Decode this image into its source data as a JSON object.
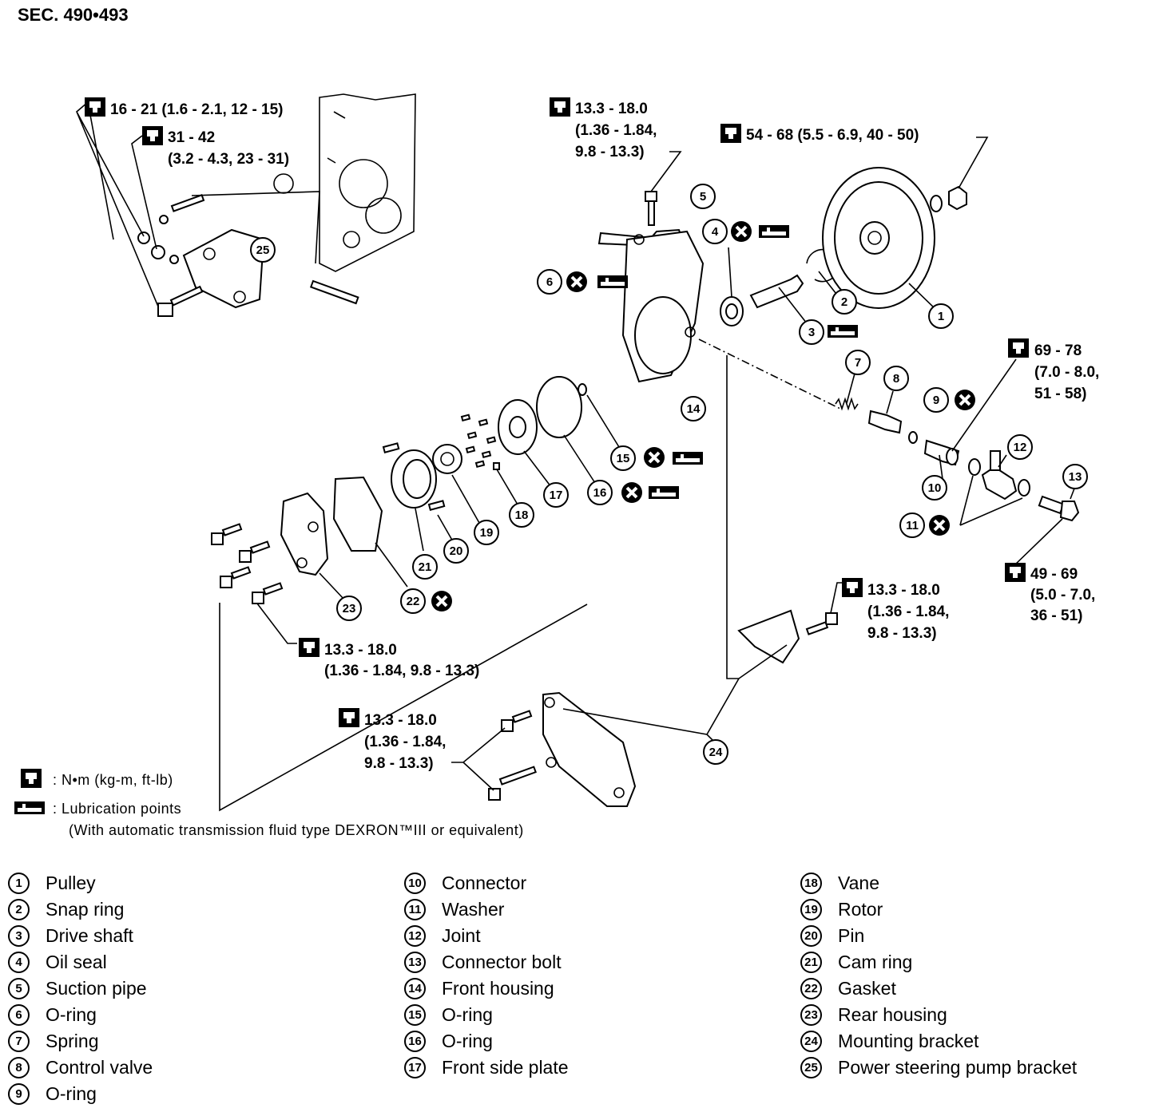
{
  "section_title": "SEC. 490•493",
  "torque_specs": {
    "bracket_bolts": "16 - 21 (1.6 - 2.1, 12 - 15)",
    "bracket_nut_line1": "31 - 42",
    "bracket_nut_line2": "(3.2 - 4.3, 23 - 31)",
    "suction_bolt_line1": "13.3 - 18.0",
    "suction_bolt_line2": "(1.36 - 1.84,",
    "suction_bolt_line3": "9.8 - 13.3)",
    "pulley_nut": "54 - 68 (5.5 - 6.9, 40 - 50)",
    "connector_line1": "69 - 78",
    "connector_line2": "(7.0 - 8.0,",
    "connector_line3": "51 - 58)",
    "connector_bolt_line1": "49 - 69",
    "connector_bolt_line2": "(5.0 - 7.0,",
    "connector_bolt_line3": "36 - 51)",
    "mount_bolt_line1": "13.3 - 18.0",
    "mount_bolt_line2": "(1.36 - 1.84,",
    "mount_bolt_line3": "9.8 - 13.3)",
    "rear_bolts_line1": "13.3 - 18.0",
    "rear_bolts_line2": "(1.36 - 1.84, 9.8 - 13.3)",
    "bracket2_line1": "13.3 - 18.0",
    "bracket2_line2": "(1.36 - 1.84,",
    "bracket2_line3": "9.8 - 13.3)"
  },
  "legend": {
    "torque_units": ": N•m (kg-m, ft-lb)",
    "lube_label": ": Lubrication points",
    "lube_note": "(With automatic transmission fluid type DEXRON™III or equivalent)"
  },
  "callout_numbers": [
    "1",
    "2",
    "3",
    "4",
    "5",
    "6",
    "7",
    "8",
    "9",
    "10",
    "11",
    "12",
    "13",
    "14",
    "15",
    "16",
    "17",
    "18",
    "19",
    "20",
    "21",
    "22",
    "23",
    "24",
    "25"
  ],
  "parts": [
    {
      "num": "1",
      "name": "Pulley"
    },
    {
      "num": "2",
      "name": "Snap ring"
    },
    {
      "num": "3",
      "name": "Drive shaft"
    },
    {
      "num": "4",
      "name": "Oil seal"
    },
    {
      "num": "5",
      "name": "Suction pipe"
    },
    {
      "num": "6",
      "name": "O-ring"
    },
    {
      "num": "7",
      "name": "Spring"
    },
    {
      "num": "8",
      "name": "Control valve"
    },
    {
      "num": "9",
      "name": "O-ring"
    },
    {
      "num": "10",
      "name": "Connector"
    },
    {
      "num": "11",
      "name": "Washer"
    },
    {
      "num": "12",
      "name": "Joint"
    },
    {
      "num": "13",
      "name": "Connector bolt"
    },
    {
      "num": "14",
      "name": "Front housing"
    },
    {
      "num": "15",
      "name": "O-ring"
    },
    {
      "num": "16",
      "name": "O-ring"
    },
    {
      "num": "17",
      "name": "Front side plate"
    },
    {
      "num": "18",
      "name": "Vane"
    },
    {
      "num": "19",
      "name": "Rotor"
    },
    {
      "num": "20",
      "name": "Pin"
    },
    {
      "num": "21",
      "name": "Cam ring"
    },
    {
      "num": "22",
      "name": "Gasket"
    },
    {
      "num": "23",
      "name": "Rear housing"
    },
    {
      "num": "24",
      "name": "Mounting bracket"
    },
    {
      "num": "25",
      "name": "Power steering pump bracket"
    }
  ]
}
